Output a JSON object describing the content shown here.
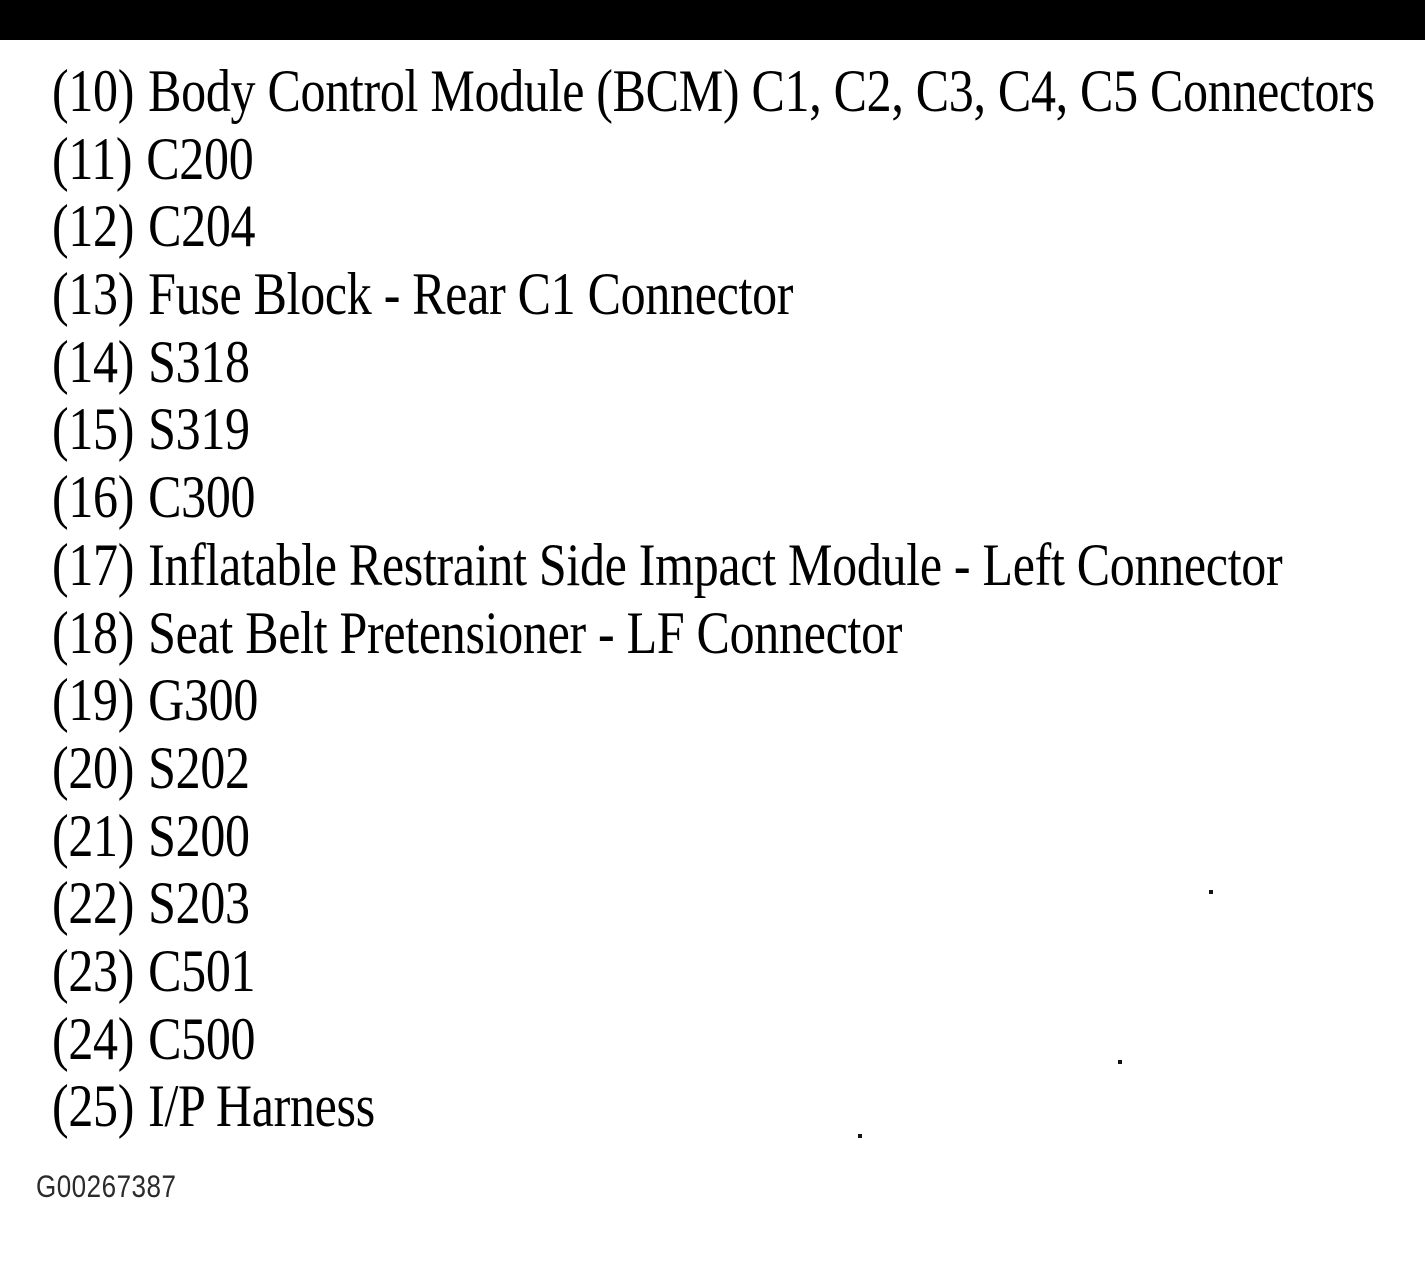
{
  "colors": {
    "background": "#ffffff",
    "ink": "#000000",
    "top_bar": "#000000",
    "figure_id_ink": "#2b2b2b"
  },
  "legend": {
    "items": [
      {
        "num": "(10)",
        "label": "Body Control Module (BCM) C1, C2, C3, C4, C5 Connectors"
      },
      {
        "num": "(11)",
        "label": "C200"
      },
      {
        "num": "(12)",
        "label": "C204"
      },
      {
        "num": "(13)",
        "label": "Fuse Block - Rear C1 Connector"
      },
      {
        "num": "(14)",
        "label": "S318"
      },
      {
        "num": "(15)",
        "label": "S319"
      },
      {
        "num": "(16)",
        "label": "C300"
      },
      {
        "num": "(17)",
        "label": "Inflatable Restraint Side Impact Module - Left Connector"
      },
      {
        "num": "(18)",
        "label": "Seat Belt Pretensioner - LF Connector"
      },
      {
        "num": "(19)",
        "label": "G300"
      },
      {
        "num": "(20)",
        "label": "S202"
      },
      {
        "num": "(21)",
        "label": "S200"
      },
      {
        "num": "(22)",
        "label": "S203"
      },
      {
        "num": "(23)",
        "label": "C501"
      },
      {
        "num": "(24)",
        "label": "C500"
      },
      {
        "num": "(25)",
        "label": "I/P Harness"
      }
    ]
  },
  "footer": {
    "figure_id": "G00267387"
  }
}
